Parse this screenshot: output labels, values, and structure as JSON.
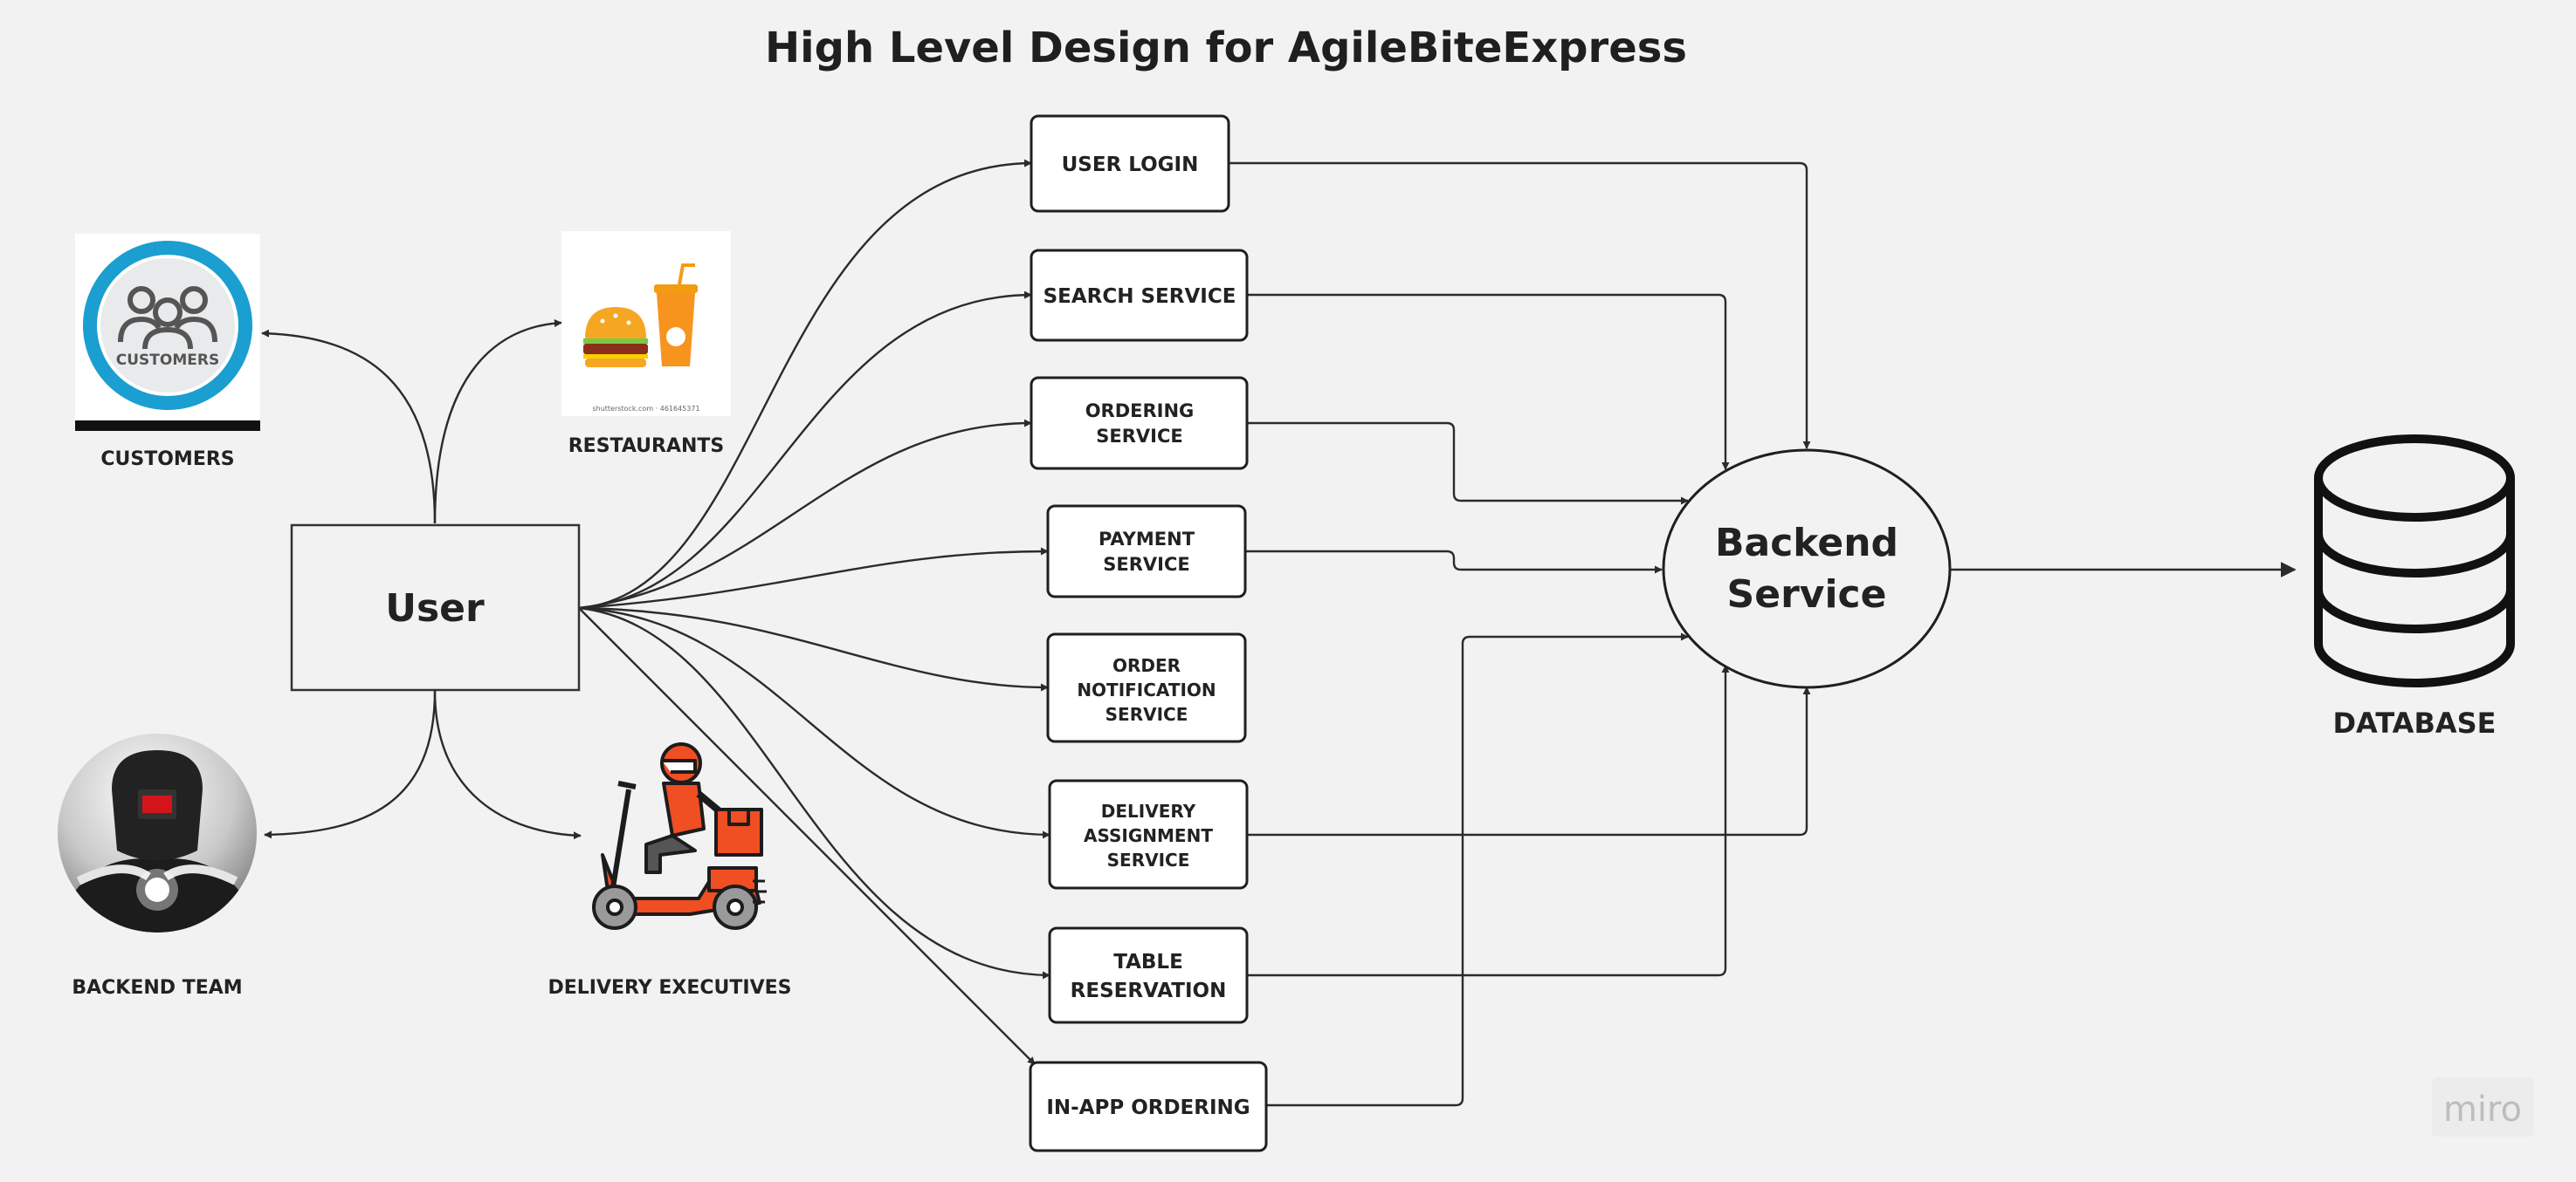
{
  "title": "High Level Design for AgileBiteExpress",
  "user_node": {
    "label": "User"
  },
  "actors": {
    "customers": {
      "caption": "CUSTOMERS",
      "badge_text": "CUSTOMERS",
      "icon": "customers-icon"
    },
    "restaurants": {
      "caption": "RESTAURANTS",
      "stock_text": "shutterstock.com · 461645371",
      "icon": "burger-drink-icon"
    },
    "backend_team": {
      "caption": "BACKEND TEAM",
      "icon": "welder-icon"
    },
    "delivery_executives": {
      "caption": "DELIVERY EXECUTIVES",
      "icon": "delivery-scooter-icon"
    }
  },
  "services": [
    {
      "id": "user-login",
      "lines": [
        "USER LOGIN"
      ]
    },
    {
      "id": "search-service",
      "lines": [
        "SEARCH SERVICE"
      ]
    },
    {
      "id": "ordering-service",
      "lines": [
        "ORDERING",
        "SERVICE"
      ]
    },
    {
      "id": "payment-service",
      "lines": [
        "PAYMENT",
        "SERVICE"
      ]
    },
    {
      "id": "order-notification-service",
      "lines": [
        "ORDER",
        "NOTIFICATION",
        "SERVICE"
      ]
    },
    {
      "id": "delivery-assignment-service",
      "lines": [
        "DELIVERY",
        "ASSIGNMENT",
        "SERVICE"
      ]
    },
    {
      "id": "table-reservation",
      "lines": [
        "TABLE",
        "RESERVATION"
      ]
    },
    {
      "id": "in-app-ordering",
      "lines": [
        "IN-APP ORDERING"
      ]
    }
  ],
  "backend": {
    "lines": [
      "Backend",
      "Service"
    ]
  },
  "database": {
    "caption": "DATABASE",
    "icon": "database-icon"
  },
  "watermark": "miro",
  "colors": {
    "background": "#f2f2f2",
    "customers_ring": "#1a9fd0",
    "scooter_orange": "#f04e23",
    "burger_bun": "#f5a623",
    "cup_orange": "#f7941d"
  }
}
